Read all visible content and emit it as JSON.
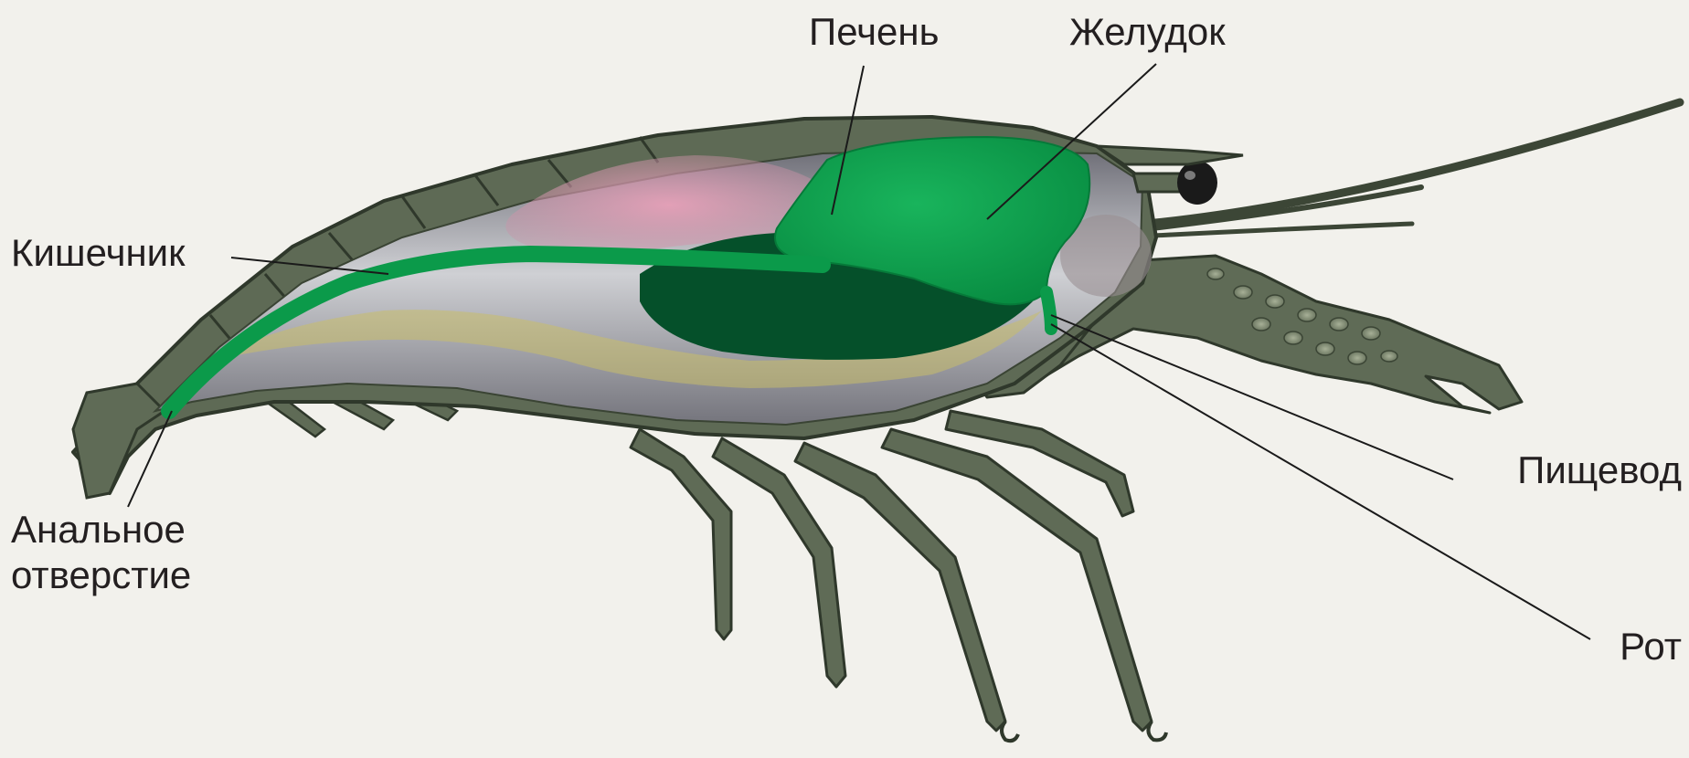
{
  "labels": {
    "liver": "Печень",
    "stomach": "Желудок",
    "intestine": "Кишечник",
    "anus_line1": "Анальное",
    "anus_line2": "отверстие",
    "esophagus": "Пищевод",
    "mouth": "Рот"
  },
  "colors": {
    "background": "#f2f1ec",
    "shell": "#5e6a55",
    "shell_dark": "#3c4636",
    "body_cavity": "#9a9aa1",
    "digestive": "#0b9a4a",
    "digestive_dark": "#05502a",
    "liver_pink": "#d98ea6",
    "fat_yellow": "#c9bd6a",
    "leader_line": "#1a1a1a",
    "text": "#231f20"
  }
}
